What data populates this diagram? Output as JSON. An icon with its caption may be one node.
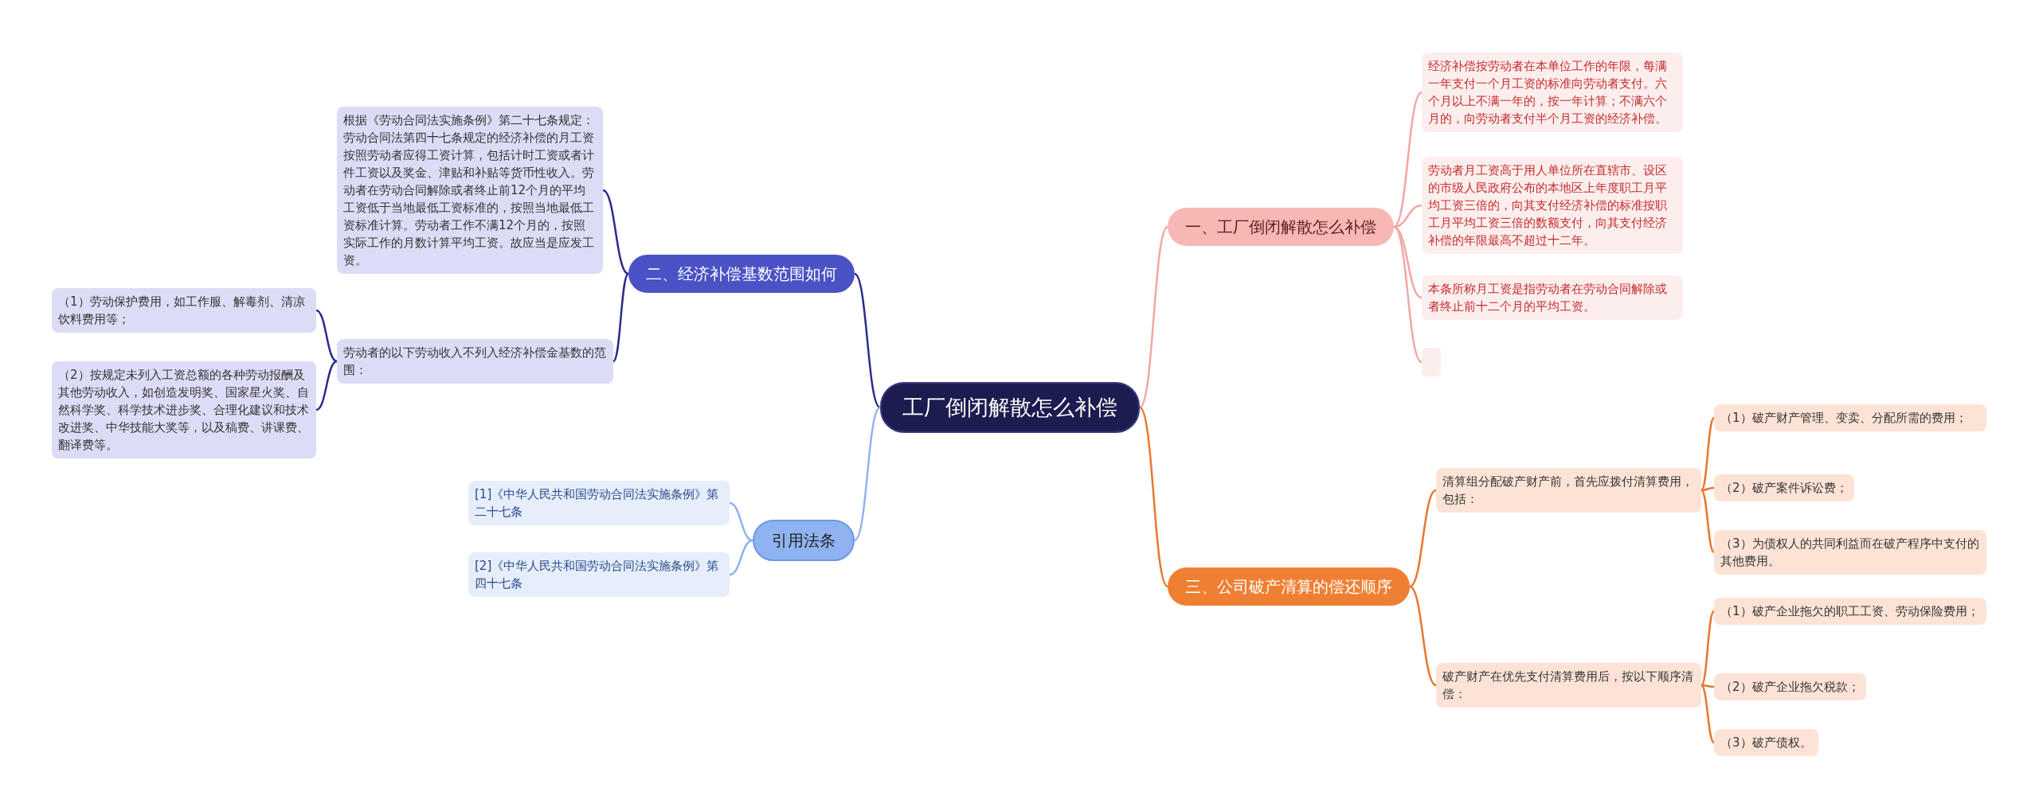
{
  "diagram": {
    "nodes": [
      {
        "text": [
          "工厂倒闭解散怎么补偿"
        ]
      },
      {
        "text": [
          "一、工厂倒闭解散怎么补偿"
        ]
      },
      {
        "text": [
          "经济补偿按劳动者在本单位工作的年限，每满一年支付一个月工资的标准向劳动者支付。六个月以上不满一年的，按一年计算；不满六个月的，向劳动者支付半个月工资的经济补偿。"
        ]
      },
      {
        "text": [
          "劳动者月工资高于用人单位所在直辖市、设区的市级人民政府公布的本地区上年度职工月平均工资三倍的，向其支付经济补偿的标准按职工月平均工资三倍的数额支付，向其支付经济补偿的年限最高不超过十二年。"
        ]
      },
      {
        "text": [
          "本条所称月工资是指劳动者在劳动合同解除或者终止前十二个月的平均工资。"
        ]
      },
      {
        "text": [],
        "shape": "box"
      },
      {
        "text": [
          "三、公司破产清算的偿还顺序"
        ]
      },
      {
        "text": [
          "清算组分配破产财产前，首先应拨付清算费用，包括："
        ]
      },
      {
        "text": [
          "（1）破产财产管理、变卖、分配所需的费用；"
        ]
      },
      {
        "text": [
          "（2）破产案件诉讼费；"
        ]
      },
      {
        "text": [
          "（3）为债权人的共同利益而在破产程序中支付的其他费用。"
        ]
      },
      {
        "text": [
          "破产财产在优先支付清算费用后，按以下顺序清偿："
        ]
      },
      {
        "text": [
          "（1）破产企业拖欠的职工工资、劳动保险费用；"
        ]
      },
      {
        "text": [
          "（2）破产企业拖欠税款；"
        ]
      },
      {
        "text": [
          "（3）破产债权。"
        ]
      },
      {
        "text": [
          "二、经济补偿基数范围如何"
        ]
      },
      {
        "text": [
          "根据《劳动合同法实施条例》第二十七条规定：劳动合同法第四十七条规定的经济补偿的月工资按照劳动者应得工资计算，包括计时工资或者计件工资以及奖金、津贴和补贴等货币性收入。劳动者在劳动合同解除或者终止前12个月的平均工资低于当地最低工资标准的，按照当地最低工资标准计算。劳动者工作不满12个月的，按照实际工作的月数计算平均工资。故应当是应发工资。"
        ]
      },
      {
        "text": [
          "劳动者的以下劳动收入不列入经济补偿金基数的范围："
        ]
      },
      {
        "text": [
          "（1）劳动保护费用，如工作服、解毒剂、清凉饮料费用等；"
        ]
      },
      {
        "text": [
          "（2）按规定未列入工资总额的各种劳动报酬及其他劳动收入，如创造发明奖、国家星火奖、自然科学奖、科学技术进步奖、合理化建议和技术改进奖、中华技能大奖等，以及稿费、讲课费、翻译费等。"
        ]
      },
      {
        "text": [
          "引用法条"
        ]
      },
      {
        "text": [
          "[1]《中华人民共和国劳动合同法实施条例》第二十七条"
        ]
      },
      {
        "text": [
          "[2]《中华人民共和国劳动合同法实施条例》第四十七条"
        ]
      }
    ],
    "edges": [
      {
        "from": 0,
        "to": 1,
        "arrow": "none",
        "color": "#f2a7a5"
      },
      {
        "from": 1,
        "to": 2,
        "arrow": "none",
        "color": "#f2a7a5"
      },
      {
        "from": 1,
        "to": 3,
        "arrow": "none",
        "color": "#f2a7a5"
      },
      {
        "from": 1,
        "to": 4,
        "arrow": "none",
        "color": "#f2a7a5"
      },
      {
        "from": 1,
        "to": 5,
        "arrow": "none",
        "color": "#f2a7a5"
      },
      {
        "from": 0,
        "to": 6,
        "arrow": "none",
        "color": "#e8772e"
      },
      {
        "from": 6,
        "to": 7,
        "arrow": "none",
        "color": "#e8772e"
      },
      {
        "from": 7,
        "to": 8,
        "arrow": "none",
        "color": "#e8772e"
      },
      {
        "from": 7,
        "to": 9,
        "arrow": "none",
        "color": "#e8772e"
      },
      {
        "from": 7,
        "to": 10,
        "arrow": "none",
        "color": "#e8772e"
      },
      {
        "from": 6,
        "to": 11,
        "arrow": "none",
        "color": "#e8772e"
      },
      {
        "from": 11,
        "to": 12,
        "arrow": "none",
        "color": "#e8772e"
      },
      {
        "from": 11,
        "to": 13,
        "arrow": "none",
        "color": "#e8772e"
      },
      {
        "from": 11,
        "to": 14,
        "arrow": "none",
        "color": "#e8772e"
      },
      {
        "from": 0,
        "to": 15,
        "arrow": "none",
        "color": "#2c2c8c"
      },
      {
        "from": 15,
        "to": 16,
        "arrow": "none",
        "color": "#2c2c8c"
      },
      {
        "from": 15,
        "to": 17,
        "arrow": "none",
        "color": "#2c2c8c"
      },
      {
        "from": 17,
        "to": 18,
        "arrow": "none",
        "color": "#2c2c8c"
      },
      {
        "from": 17,
        "to": 19,
        "arrow": "none",
        "color": "#2c2c8c"
      },
      {
        "from": 0,
        "to": 20,
        "arrow": "none",
        "color": "#8fb3f0"
      },
      {
        "from": 20,
        "to": 21,
        "arrow": "none",
        "color": "#8fb3f0"
      },
      {
        "from": 20,
        "to": 22,
        "arrow": "none",
        "color": "#8fb3f0"
      }
    ]
  }
}
